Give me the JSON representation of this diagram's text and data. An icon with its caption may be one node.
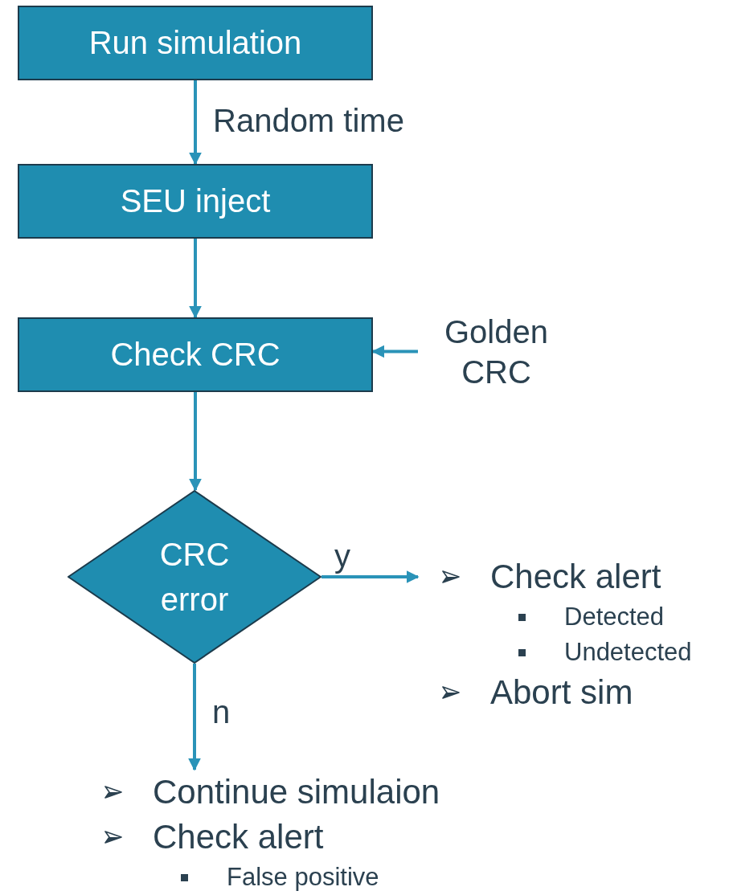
{
  "diagram": {
    "nodes": [
      {
        "text": [
          "Run simulation"
        ]
      },
      {
        "text": [
          "SEU inject"
        ]
      },
      {
        "text": [
          "Check CRC"
        ]
      },
      {
        "text": [
          "Golden CRC"
        ]
      },
      {
        "text": [
          "CRC error"
        ]
      },
      {
        "text": [
          "Check alert",
          "Detected",
          "Undetected",
          "Abort sim"
        ]
      },
      {
        "text": [
          "Continue simulaion",
          "Check alert",
          "False positive"
        ]
      }
    ],
    "edges": [
      {
        "from": 0,
        "to": 1,
        "arrow": "to",
        "label": "Random time"
      },
      {
        "from": 1,
        "to": 2,
        "arrow": "to"
      },
      {
        "from": 3,
        "to": 2,
        "arrow": "to"
      },
      {
        "from": 2,
        "to": 4,
        "arrow": "to"
      },
      {
        "from": 4,
        "to": 5,
        "arrow": "to",
        "label": "y"
      },
      {
        "from": 4,
        "to": 6,
        "arrow": "to",
        "label": "n"
      }
    ]
  }
}
